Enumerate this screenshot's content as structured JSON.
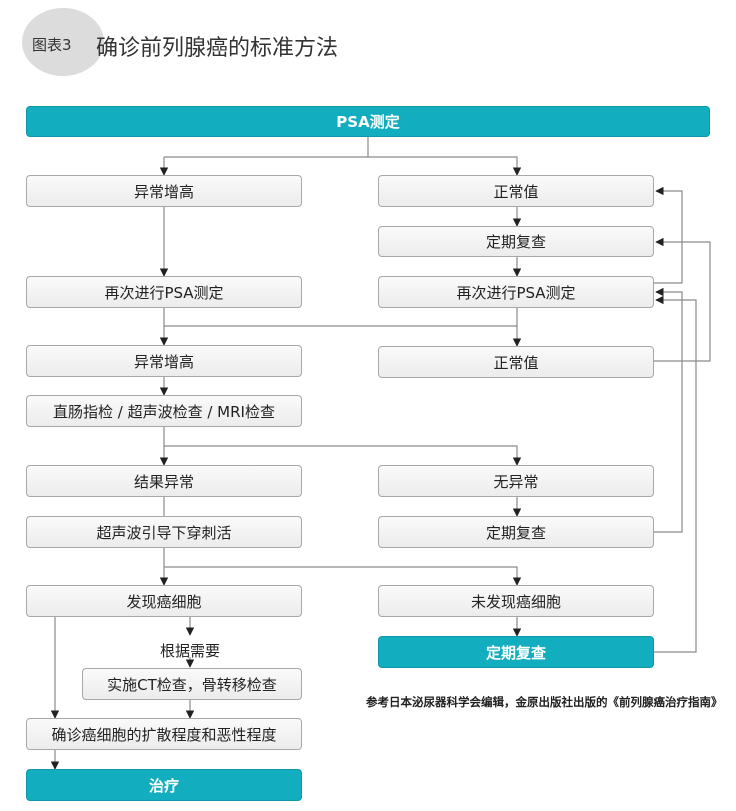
{
  "header": {
    "badge": "图表3",
    "title": "确诊前列腺癌的标准方法"
  },
  "nodes": {
    "psa_test": "PSA测定",
    "abnormal_high_1": "异常增高",
    "normal_value_1": "正常值",
    "periodic_recheck_1": "定期复查",
    "repeat_psa_left": "再次进行PSA测定",
    "repeat_psa_right": "再次进行PSA测定",
    "abnormal_high_2": "异常增高",
    "normal_value_2": "正常值",
    "dre_ultrasound_mri": "直肠指检 / 超声波检查 / MRI检查",
    "result_abnormal": "结果异常",
    "no_abnormality": "无异常",
    "ultrasound_biopsy": "超声波引导下穿刺活",
    "periodic_recheck_2": "定期复查",
    "cancer_found": "发现癌细胞",
    "cancer_not_found": "未发现癌细胞",
    "as_needed": "根据需要",
    "periodic_recheck_3": "定期复查",
    "ct_bone_scan": "实施CT检查，骨转移检查",
    "confirm_spread_grade": "确诊癌细胞的扩散程度和恶性程度",
    "treatment": "治疗"
  },
  "source_note": "参考日本泌尿器科学会编辑，金原出版社出版的《前列腺癌治疗指南》",
  "colors": {
    "accent_box": "#12aebf",
    "box_border": "#a8a8a8",
    "connector": "#8a8a8a"
  }
}
